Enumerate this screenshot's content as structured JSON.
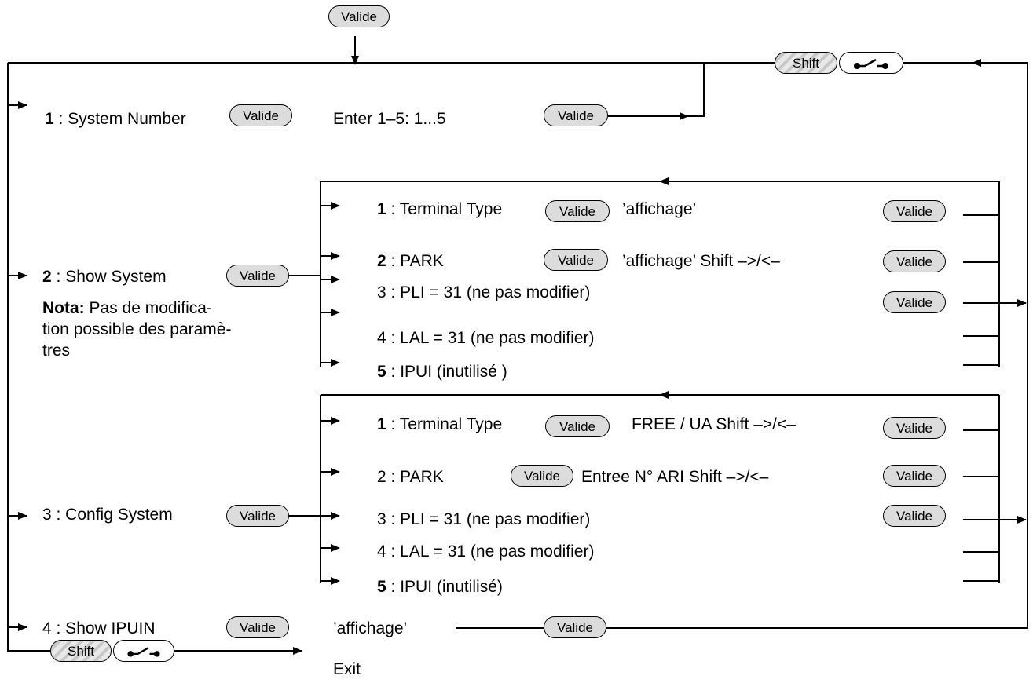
{
  "keys": {
    "valide": "Valide",
    "shift": "Shift"
  },
  "icons": {
    "onoff": "on-off-switch-icon",
    "arrow": "arrowhead-icon"
  },
  "main_menu": {
    "m1": {
      "num": "1",
      "label": " : System Number",
      "entry": "Enter 1–5: 1...5"
    },
    "m2": {
      "num": "2",
      "label": "  :  Show  System"
    },
    "m3": {
      "label": "3  : Config System"
    },
    "m4": {
      "label": "4 : Show IPUIN",
      "value": "’affichage’"
    }
  },
  "nota": {
    "title": "Nota:",
    "line1": " Pas de modifica-",
    "line2": "tion possible des paramè-",
    "line3": "tres"
  },
  "show_system": {
    "i1": {
      "num": "1",
      "label": " : Terminal Type",
      "value": "’affichage’"
    },
    "i2": {
      "num": "2",
      "label": " : PARK",
      "value": "’affichage’ Shift –>/<–"
    },
    "i3": {
      "label": "3 : PLI  = 31 (ne pas modifier)"
    },
    "i4": {
      "label": "4 : LAL  = 31 (ne pas modifier)"
    },
    "i5": {
      "num": "5",
      "label": " : IPUI     (inutilisé )"
    }
  },
  "config_system": {
    "i1": {
      "num": "1",
      "label": " : Terminal Type",
      "value": "FREE / UA Shift –>/<–"
    },
    "i2": {
      "label": "2 : PARK",
      "value": "Entree N° ARI Shift –>/<–"
    },
    "i3": {
      "label": "3 : PLI  = 31 (ne pas modifier)"
    },
    "i4": {
      "label": "4 : LAL  = 31 (ne pas modifier)"
    },
    "i5": {
      "num": "5",
      "label": " : IPUI (inutilisé)"
    }
  },
  "exit": {
    "label": "Exit"
  }
}
